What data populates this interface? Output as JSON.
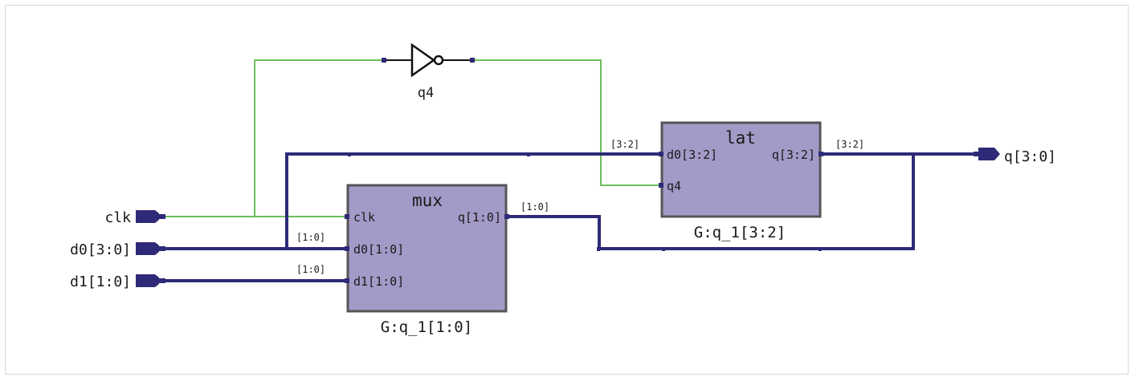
{
  "colors": {
    "bus": "#2e2a78",
    "signal": "#6cbf5c",
    "block_fill": "#a49ac8",
    "block_stroke": "#555555"
  },
  "ports": {
    "clk": "clk",
    "d0": "d0[3:0]",
    "d1": "d1[1:0]",
    "q": "q[3:0]"
  },
  "inverter": {
    "name": "q4",
    "icon": "not-gate-icon"
  },
  "mux": {
    "title": "mux",
    "instance": "G:q_1[1:0]",
    "pin_clk": "clk",
    "pin_d0": "d0[1:0]",
    "pin_d1": "d1[1:0]",
    "pin_q": "q[1:0]"
  },
  "lat": {
    "title": "lat",
    "instance": "G:q_1[3:2]",
    "pin_d0": "d0[3:2]",
    "pin_q4": "q4",
    "pin_q": "q[3:2]"
  },
  "bus_labels": {
    "mux_d0": "[1:0]",
    "mux_d1": "[1:0]",
    "mux_q": "[1:0]",
    "lat_d0": "[3:2]",
    "lat_q": "[3:2]"
  }
}
